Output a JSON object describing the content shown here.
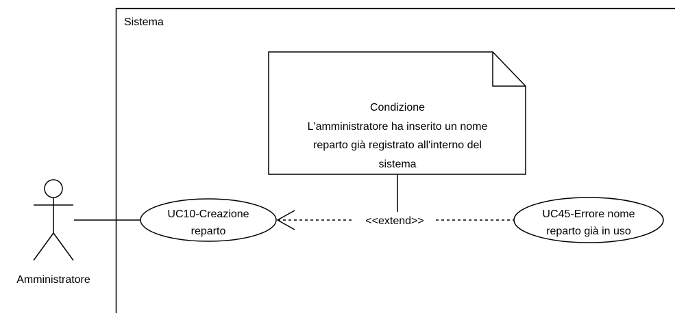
{
  "system": {
    "title": "Sistema"
  },
  "actor": {
    "name": "Amministratore"
  },
  "note": {
    "title": "Condizione",
    "lines": [
      "L'amministratore ha inserito un nome",
      "reparto già registrato all'interno del",
      "sistema"
    ]
  },
  "use_cases": [
    {
      "lines": [
        "UC10-Creazione",
        "reparto"
      ]
    },
    {
      "lines": [
        "UC45-Errore nome",
        "reparto già in uso"
      ]
    }
  ],
  "relations": {
    "extend_label": "<<extend>>"
  },
  "colors": {
    "stroke": "#000000",
    "fill": "#ffffff",
    "text": "#000000"
  }
}
